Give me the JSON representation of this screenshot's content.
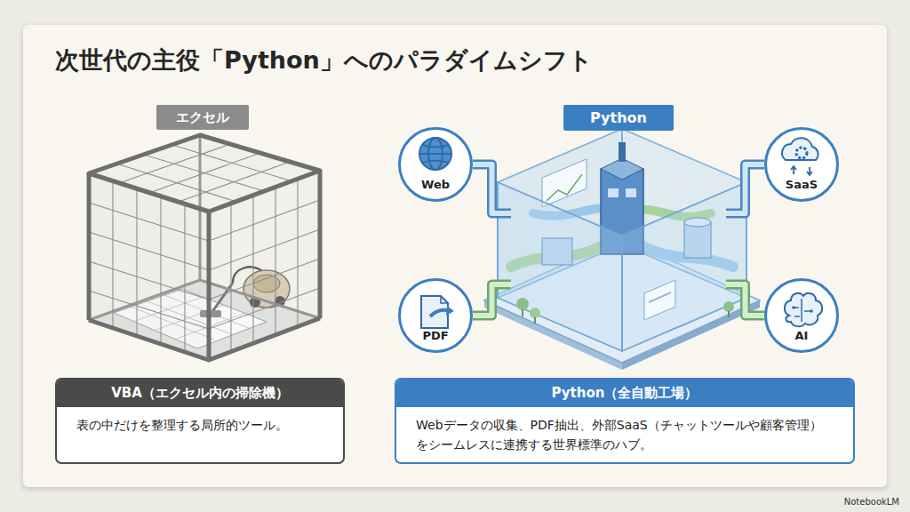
{
  "diagram": {
    "title": "次世代の主役「Python」へのパラダイムシフト",
    "nodes": [
      {
        "text": [
          "エクセル"
        ]
      },
      {
        "text": [
          "Python"
        ]
      },
      {
        "text": [
          "Web"
        ]
      },
      {
        "text": [
          "SaaS"
        ]
      },
      {
        "text": [
          "PDF"
        ]
      },
      {
        "text": [
          "AI"
        ]
      },
      {
        "text": [
          "VBA（エクセル内の掃除機）",
          "表の中だけを整理する局所的ツール。"
        ]
      },
      {
        "text": [
          "Python（全自動工場）",
          "Webデータの収集、PDF抽出、外部SaaS（チャットツールや顧客管理）をシームレスに連携する世界標準のハブ。"
        ]
      }
    ],
    "edges": [
      {
        "from": 2,
        "to": 1,
        "arrow": "none"
      },
      {
        "from": 3,
        "to": 1,
        "arrow": "none"
      },
      {
        "from": 4,
        "to": 1,
        "arrow": "none"
      },
      {
        "from": 5,
        "to": 1,
        "arrow": "none"
      }
    ],
    "labels": [
      "NotebookLM"
    ]
  }
}
